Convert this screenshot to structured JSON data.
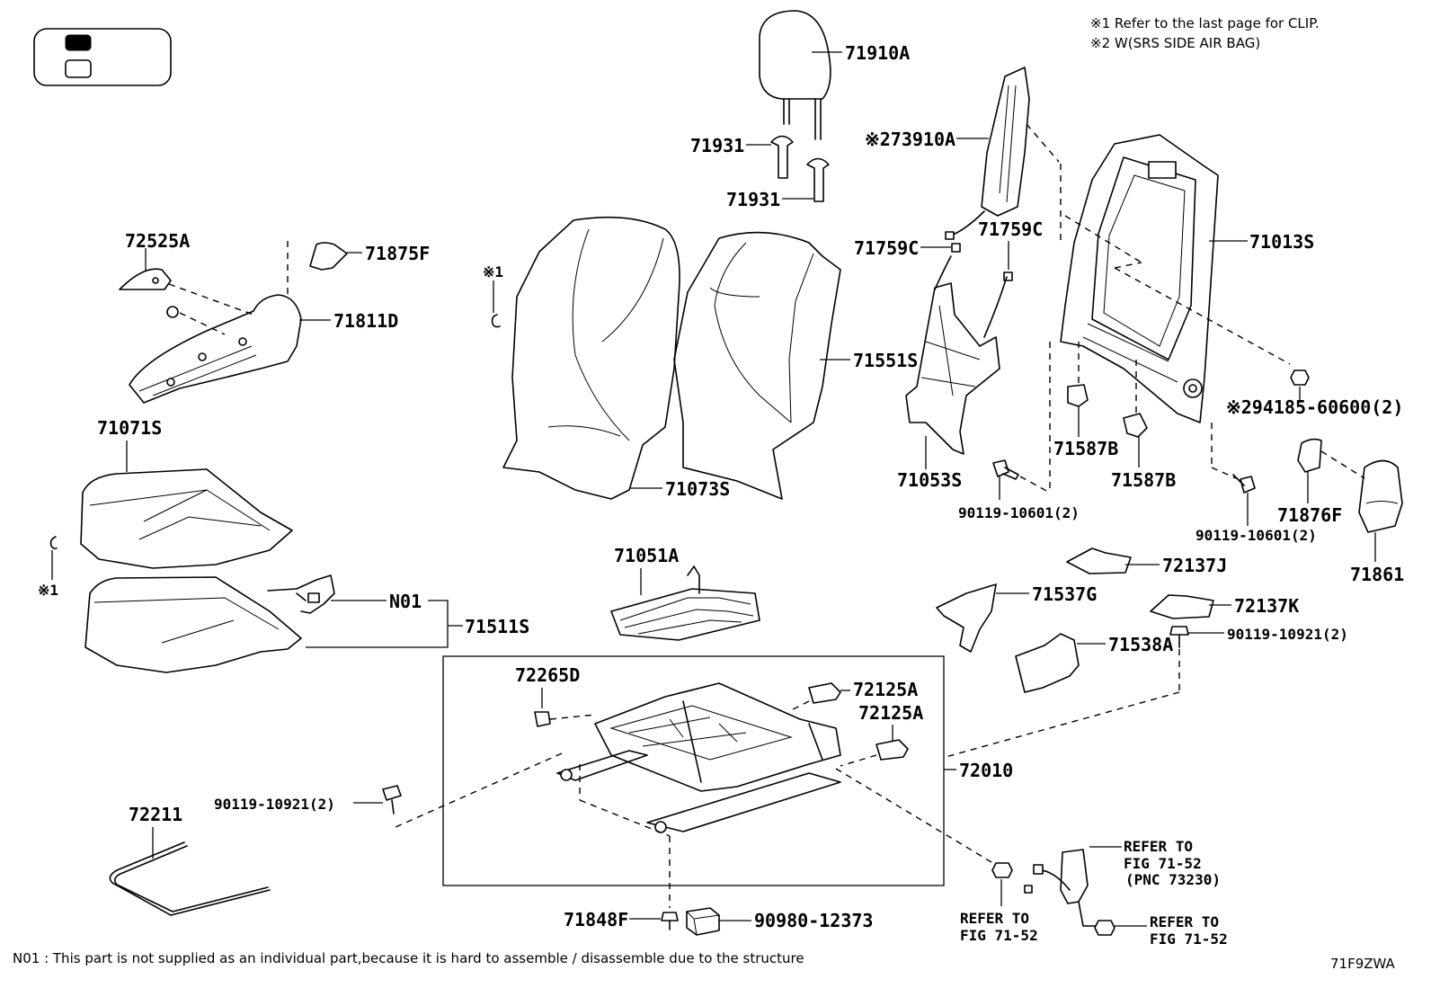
{
  "notes": {
    "n1": "※1  Refer to the last page for CLIP.",
    "n2": "※2  W(SRS SIDE AIR BAG)",
    "footer": "N01 : This part is not supplied as an individual part,because it is hard to assemble / disassemble due to the structure",
    "figure_id": "71F9ZWA"
  },
  "labels": {
    "p71910A": "71910A",
    "p71931a": "71931",
    "p71931b": "71931",
    "p73910A": "※273910A",
    "p71759Ca": "71759C",
    "p71759Cb": "71759C",
    "p71013S": "71013S",
    "p72525A": "72525A",
    "p71875F": "71875F",
    "p71811D": "71811D",
    "clip1a": "※1",
    "p71551S": "71551S",
    "p94185": "※294185-60600(2)",
    "p71587Ba": "71587B",
    "p71587Bb": "71587B",
    "p71053S": "71053S",
    "p71071S": "71071S",
    "p71073S": "71073S",
    "p90119_10601a": "90119-10601(2)",
    "p90119_10601b": "90119-10601(2)",
    "p71876F": "71876F",
    "p71861": "71861",
    "clip1b": "※1",
    "p71051A": "71051A",
    "p72137J": "72137J",
    "p71537G": "71537G",
    "p72137K": "72137K",
    "N01": "N01",
    "p71511S": "71511S",
    "p71538A": "71538A",
    "p90119_10921a": "90119-10921(2)",
    "p72265D": "72265D",
    "p72125Aa": "72125A",
    "p72125Ab": "72125A",
    "p72010": "72010",
    "p90119_10921b": "90119-10921(2)",
    "p72211": "72211",
    "ref_a1": "REFER TO",
    "ref_a2": "FIG 71-52",
    "ref_a3": "(PNC 73230)",
    "ref_b1": "REFER TO",
    "ref_b2": "FIG 71-52",
    "ref_c1": "REFER TO",
    "ref_c2": "FIG 71-52",
    "p71848F": "71848F",
    "p90980": "90980-12373"
  }
}
